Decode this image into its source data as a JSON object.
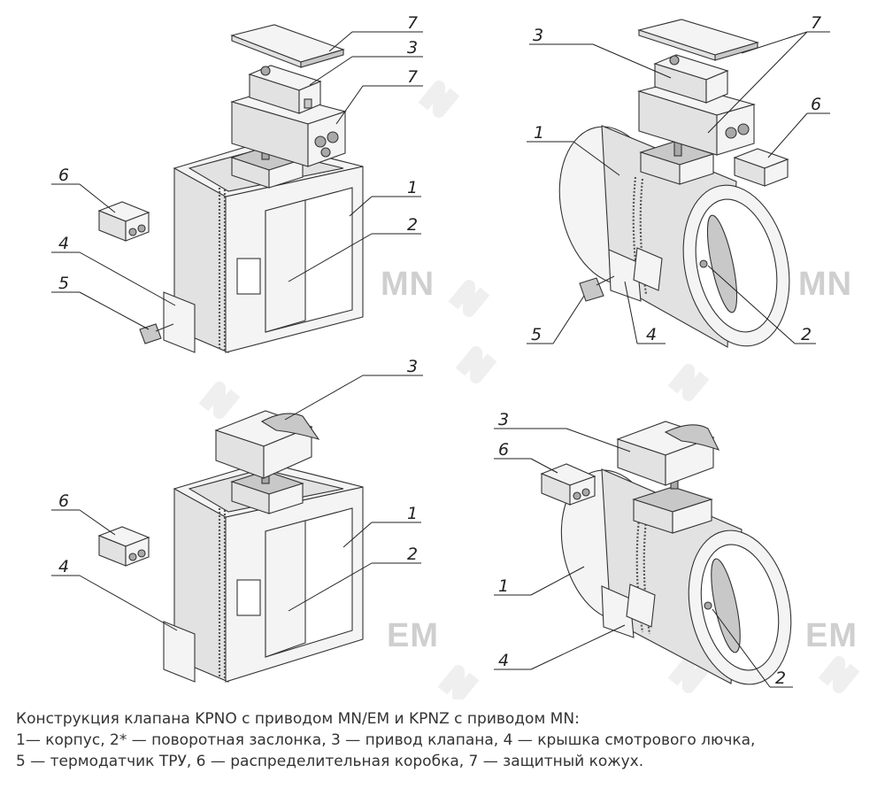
{
  "labels": {
    "top_left": [
      "7",
      "3",
      "7",
      "6",
      "1",
      "2",
      "4",
      "5"
    ],
    "top_right": [
      "3",
      "7",
      "1",
      "6",
      "5",
      "4",
      "2"
    ],
    "bottom_left": [
      "3",
      "6",
      "1",
      "2",
      "4"
    ],
    "bottom_right": [
      "3",
      "6",
      "1",
      "4",
      "2"
    ]
  },
  "watermarks": {
    "top_left": "MN",
    "top_right": "MN",
    "bottom_left": "EM",
    "bottom_right": "EM"
  },
  "caption": {
    "line1": "Конструкция клапана KPNO с приводом MN/EM и KPNZ с приводом MN:",
    "line2": "1— корпус, 2* — поворотная заслонка, 3 — привод клапана, 4 — крышка смотрового лючка,",
    "line3": "5 — термодатчик ТРУ, 6 — распределительная коробка, 7 — защитный кожух."
  }
}
